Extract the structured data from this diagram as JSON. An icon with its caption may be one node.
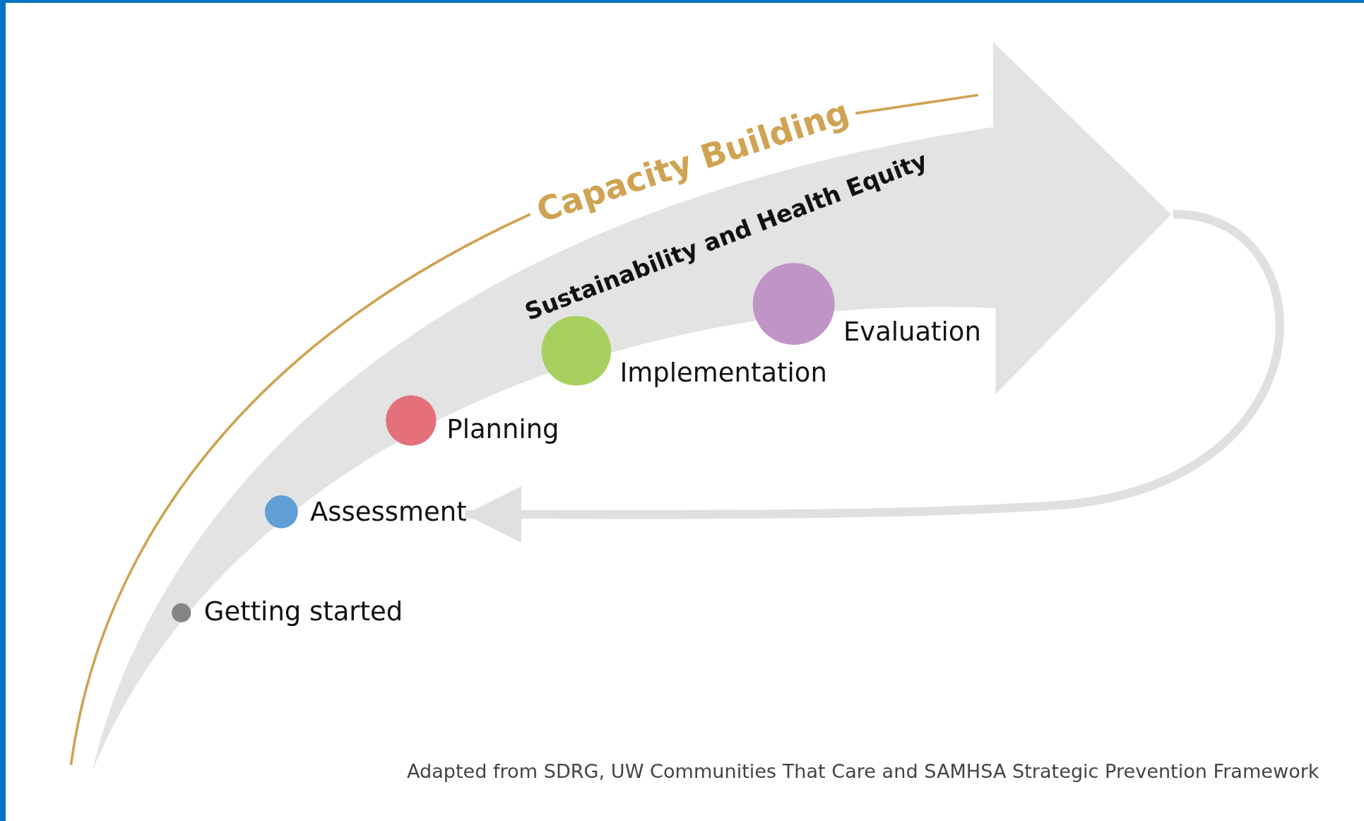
{
  "diagram": {
    "caption": "Adapted from SDRG, UW Communities That Care and SAMHSA Strategic Prevention Framework",
    "nodes": [
      {
        "text": [
          "Sustainability and Health Equity"
        ]
      },
      {
        "text": [],
        "shape": "circle",
        "beside": [
          "Getting started"
        ],
        "in": 0
      },
      {
        "text": [],
        "shape": "circle",
        "beside": [
          "Assessment"
        ],
        "in": 0
      },
      {
        "text": [],
        "shape": "circle",
        "beside": [
          "Planning"
        ],
        "in": 0
      },
      {
        "text": [],
        "shape": "circle",
        "beside": [
          "Implementation"
        ],
        "in": 0
      },
      {
        "text": [],
        "shape": "circle",
        "beside": [
          "Evaluation"
        ],
        "in": 0
      }
    ],
    "edges": [
      {
        "from": 0,
        "to": 2,
        "arrow": "to"
      }
    ],
    "labels": [
      "Capacity Building"
    ]
  }
}
